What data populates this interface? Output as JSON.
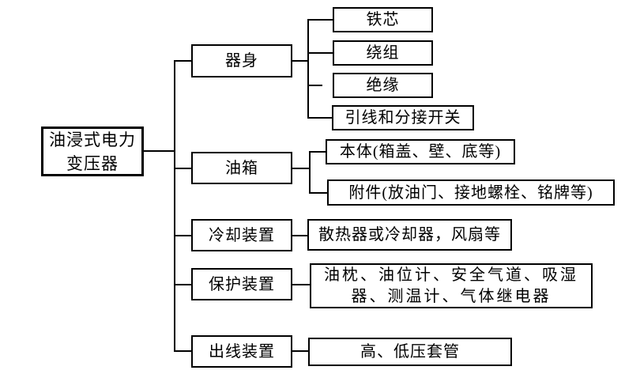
{
  "diagram": {
    "title_implicit": "油浸式电力变压器结构",
    "colors": {
      "line": "#000000",
      "background": "#ffffff",
      "text": "#000000"
    },
    "root": {
      "label": "油浸式电力\n变压器"
    },
    "branches": [
      {
        "label": "器身",
        "children": [
          {
            "text": "铁芯"
          },
          {
            "text": "绕组"
          },
          {
            "text": "绝缘"
          },
          {
            "text": "引线和分接开关"
          }
        ]
      },
      {
        "label": "油箱",
        "children": [
          {
            "text": "本体(箱盖、壁、底等)"
          },
          {
            "text": "附件(放油门、接地螺栓、铭牌等)"
          }
        ]
      },
      {
        "label": "冷却装置",
        "children": [
          {
            "text": "散热器或冷却器，风扇等"
          }
        ]
      },
      {
        "label": "保护装置",
        "children": [
          {
            "text": "油枕、油位计、安全气道、吸湿\n器、测温计、气体继电器"
          }
        ]
      },
      {
        "label": "出线装置",
        "children": [
          {
            "text": "高、低压套管"
          }
        ]
      }
    ]
  }
}
